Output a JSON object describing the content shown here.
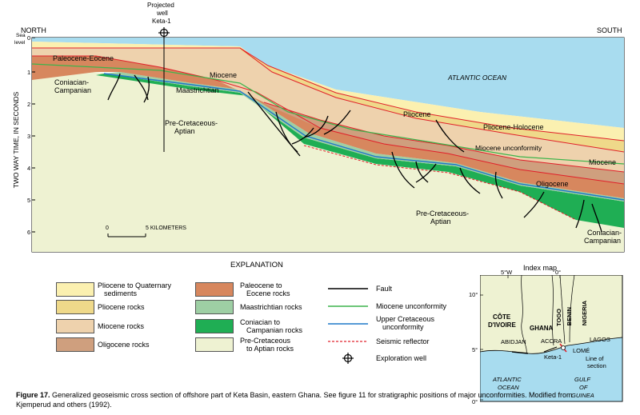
{
  "section": {
    "north": "NORTH",
    "south": "SOUTH",
    "well_label_line1": "Projected",
    "well_label_line2": "well",
    "well_label_line3": "Keta-1",
    "sea_level_line1": "Sea",
    "sea_level_line2": "level",
    "y_axis_label": "TWO WAY TIME, IN SECONDS",
    "y_ticks": [
      "0",
      "1",
      "2",
      "3",
      "4",
      "5",
      "6"
    ],
    "scale_start": "0",
    "scale_end": "5 KILOMETERS",
    "labels": {
      "paleocene_eocene": "Paleocene-Eocene",
      "coniacian_campanian_left_1": "Coniacian-",
      "coniacian_campanian_left_2": "Campanian",
      "maastrichtian": "Maastrichtian",
      "miocene_left": "Miocene",
      "pre_cret_left_1": "Pre-Cretaceous-",
      "pre_cret_left_2": "Aptian",
      "atlantic": "ATLANTIC OCEAN",
      "pliocene": "Pliocene",
      "pliocene_holocene": "Pliocene-Holocene",
      "miocene_unconformity": "Miocene unconformity",
      "miocene_right": "Miocene",
      "oligocene": "Oligocene",
      "pre_cret_right_1": "Pre-Cretaceous-",
      "pre_cret_right_2": "Aptian",
      "coniacian_campanian_right_1": "Coniacian-",
      "coniacian_campanian_right_2": "Campanian"
    }
  },
  "explanation": {
    "title": "EXPLANATION",
    "units": [
      {
        "label_1": "Pliocene to Quaternary",
        "label_2": "sediments",
        "color": "#fbf0b0"
      },
      {
        "label_1": "Pliocene rocks",
        "label_2": "",
        "color": "#efd98a"
      },
      {
        "label_1": "Miocene rocks",
        "label_2": "",
        "color": "#eed2ad"
      },
      {
        "label_1": "Oligocene rocks",
        "label_2": "",
        "color": "#cf9f7e"
      },
      {
        "label_1": "Paleocene to",
        "label_2": "Eocene rocks",
        "color": "#d7875e"
      },
      {
        "label_1": "Maastrichtian rocks",
        "label_2": "",
        "color": "#9ecfa4"
      },
      {
        "label_1": "Coniacian to",
        "label_2": "Campanian rocks",
        "color": "#1fae54"
      },
      {
        "label_1": "Pre-Cretaceous",
        "label_2": "to Aptian rocks",
        "color": "#eef2d2"
      }
    ],
    "lines": [
      {
        "label_1": "Fault",
        "label_2": "",
        "color": "#000000"
      },
      {
        "label_1": "Miocene unconformity",
        "label_2": "",
        "color": "#3cb44b"
      },
      {
        "label_1": "Upper Cretaceous",
        "label_2": "unconformity",
        "color": "#1f78c8"
      },
      {
        "label_1": "Seismic reflector",
        "label_2": "",
        "color": "#e0202a"
      },
      {
        "label_1": "Exploration well",
        "label_2": "",
        "color": "#000000"
      }
    ]
  },
  "index_map": {
    "title": "Index map",
    "lon_5w": "5°W",
    "lon_0": "0°",
    "lat_10": "10°",
    "lat_5": "5°",
    "lat_0": "0°",
    "cote_1": "CÔTE",
    "cote_2": "D'IVOIRE",
    "ghana": "GHANA",
    "togo": "TOGO",
    "benin": "BENIN",
    "nigeria": "NIGERIA",
    "abidjan": "ABIDJAN",
    "accra": "ACCRA",
    "lagos": "LAGOS",
    "lome": "LOMÉ",
    "keta": "Keta-1",
    "line_of_section_1": "Line of",
    "line_of_section_2": "section",
    "atlantic_1": "ATLANTIC",
    "atlantic_2": "OCEAN",
    "gulf_1": "GULF",
    "gulf_2": "OF",
    "gulf_3": "GUINEA"
  },
  "caption": {
    "figure": "Figure 17.",
    "text": "Generalized geoseismic cross section of offshore part of Keta Basin, eastern Ghana. See figure 11 for stratigraphic positions of major unconformities. Modified from Kjemperud and others (1992)."
  }
}
